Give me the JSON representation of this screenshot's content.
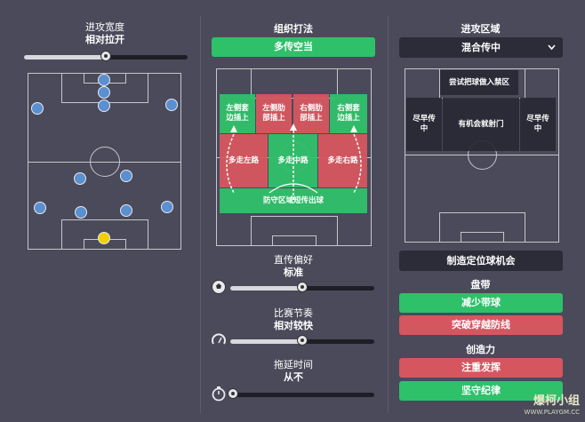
{
  "left": {
    "title_line1": "进攻宽度",
    "title_line2": "相对拉开",
    "width_slider_value": 0.5
  },
  "middle": {
    "title": "组织打法",
    "selected_style": "多传空当",
    "zones": {
      "left_flank": "左侧套\n边插上",
      "left_halfspace": "左侧肋\n部插上",
      "right_halfspace": "右侧肋\n部插上",
      "right_flank": "右侧套\n边插上",
      "left_lane": "多走左路",
      "center_lane": "多走中路",
      "right_lane": "多走右路",
      "defence": "防守区域短传出球"
    },
    "passing": {
      "title": "直传偏好",
      "value_label": "标准",
      "slider_value": 0.5
    },
    "tempo": {
      "title": "比赛节奏",
      "value_label": "相对较快",
      "slider_value": 0.5
    },
    "timewasting": {
      "title": "拖延时间",
      "value_label": "从不",
      "slider_value": 0.0
    }
  },
  "right": {
    "title": "进攻区域",
    "dropdown_value": "混合传中",
    "zones": {
      "box": "尝试把球做入禁区",
      "left_cross": "尽早传\n中",
      "center": "有机会就射门",
      "right_cross": "尽早传\n中"
    },
    "set_piece_button": "制造定位球机会",
    "dribbling_title": "盘带",
    "dribbling_option1": "减少带球",
    "dribbling_option2": "突破穿越防线",
    "creativity_title": "创造力",
    "creativity_option1": "注重发挥",
    "creativity_option2": "坚守纪律"
  },
  "watermark": {
    "text": "爆柯小组",
    "url": "WWW.PLAYGM.CC"
  },
  "colors": {
    "background": "#4a4a5a",
    "green": "#2fc06a",
    "red": "#d6565f",
    "dark": "#2c2c38",
    "player": "#5a8fd0",
    "goalkeeper": "#f0d000"
  }
}
